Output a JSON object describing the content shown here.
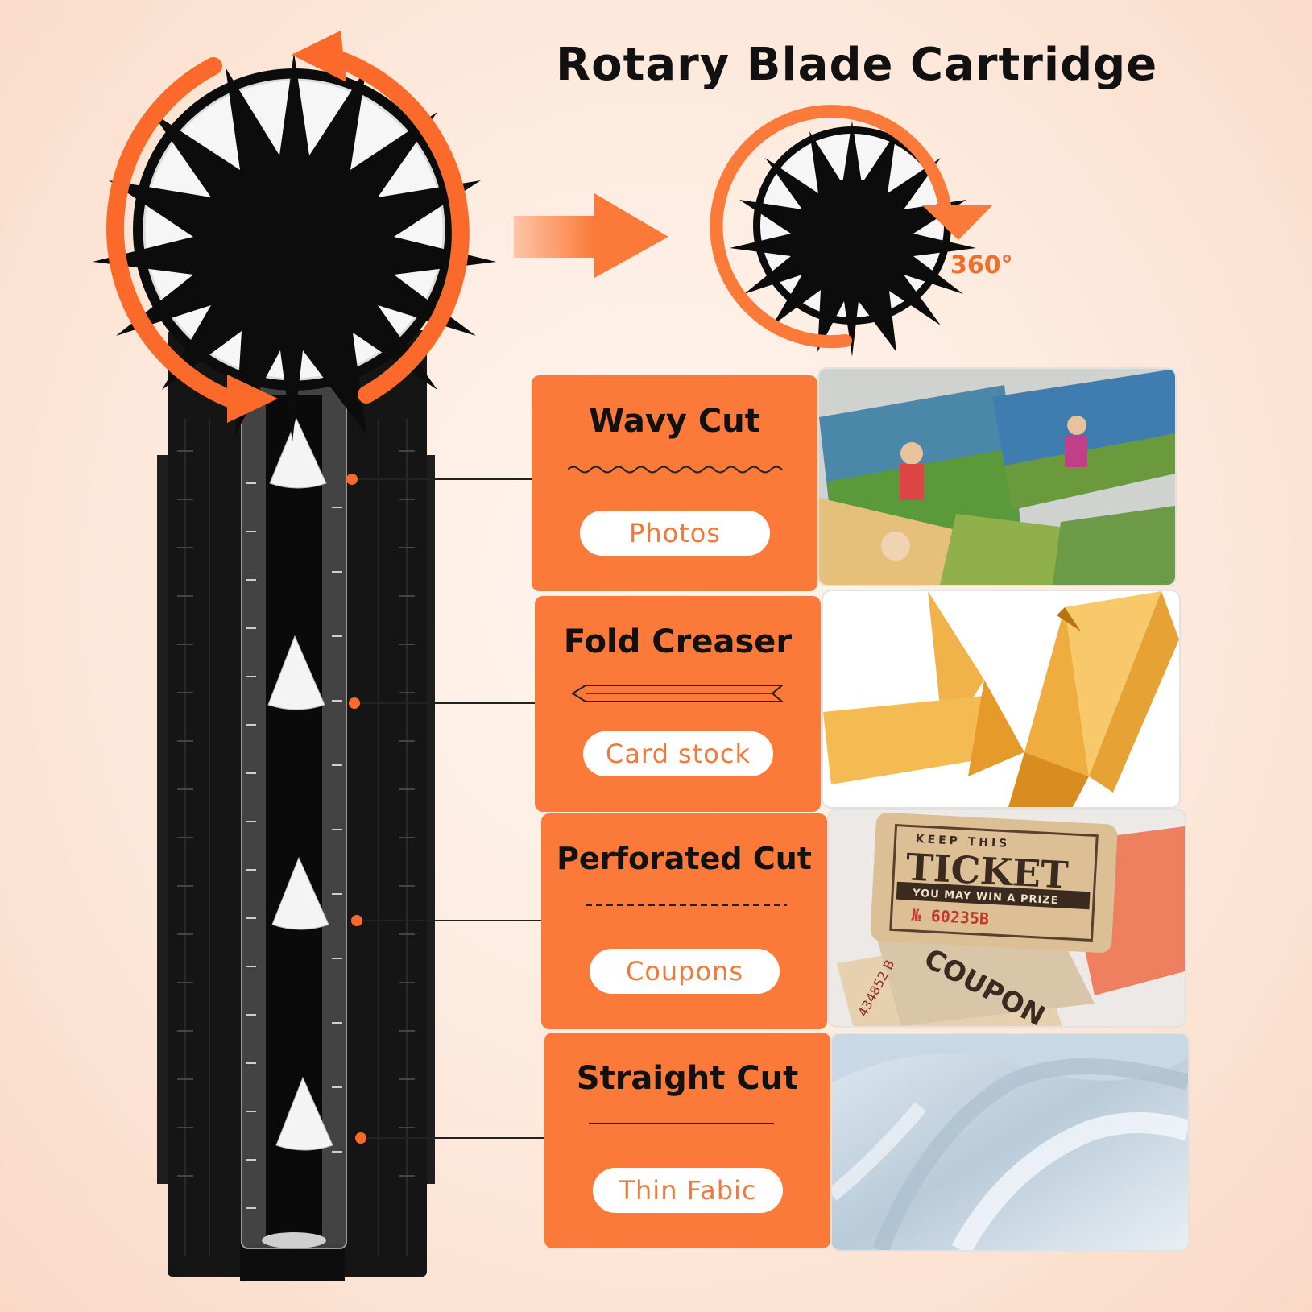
{
  "title": "Rotary Blade Cartridge",
  "rotation_label": "360°",
  "colors": {
    "accent_orange": "#fb7a39",
    "device_black": "#141414",
    "text_dark": "#111111",
    "pill_text": "#f07a3c"
  },
  "blades": [
    {
      "name": "Wavy Cut",
      "use": "Photos",
      "line_style": "wavy",
      "photo_icon": "photo-album-icon"
    },
    {
      "name": "Fold Creaser",
      "use": "Card stock",
      "line_style": "crease-arrow",
      "photo_icon": "origami-crane-icon"
    },
    {
      "name": "Perforated Cut",
      "use": "Coupons",
      "line_style": "dashed",
      "photo_icon": "ticket-icon"
    },
    {
      "name": "Straight Cut",
      "use": "Thin Fabic",
      "line_style": "solid",
      "photo_icon": "fabric-icon"
    }
  ],
  "ticket": {
    "top_line": "KEEP THIS",
    "big_word": "TICKET",
    "prize_line": "YOU MAY WIN A PRIZE",
    "number": "№ 60235B",
    "coupon_word": "COUPON",
    "stub_number": "434852 B"
  }
}
